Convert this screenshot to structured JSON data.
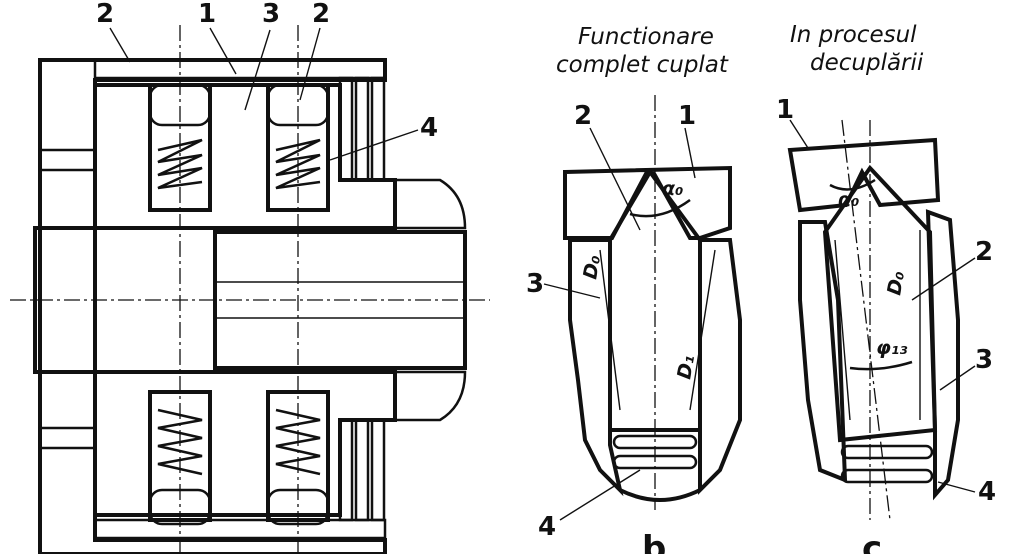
{
  "captions": {
    "fully_coupled": [
      "Functionare",
      "complet cuplat"
    ],
    "uncoupling": [
      "In procesul",
      "decuplării"
    ]
  },
  "callouts": {
    "a": [
      "2",
      "1",
      "3",
      "2",
      "4"
    ],
    "b": [
      "2",
      "1",
      "3",
      "4"
    ],
    "c": [
      "1",
      "2",
      "3",
      "4"
    ]
  },
  "symbols": {
    "alpha": "α₀",
    "d0": "D₀",
    "d1": "D₁",
    "phi": "φ₁₃"
  },
  "subfigure_labels": [
    "b",
    "c"
  ]
}
